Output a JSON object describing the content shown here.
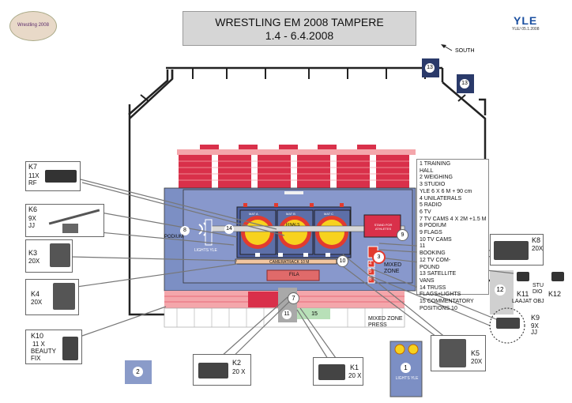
{
  "title": {
    "line1": "WRESTLING EM 2008 TAMPERE",
    "line2": "1.4 - 6.4.2008"
  },
  "yle": {
    "logo": "YLE",
    "sub": "YLE/ 05.1.2008"
  },
  "badge": {
    "text": "Wrestling 2008"
  },
  "south": "SOUTH",
  "markers": {
    "m13a": "13",
    "m13b": "13",
    "m2": "2",
    "m12": "12",
    "m1": "1",
    "m7": "7",
    "m8": "8",
    "m9": "9",
    "m10": "10",
    "m11": "11",
    "m14": "14",
    "m15": "15",
    "m3": "3",
    "m4": "4",
    "m5": "5",
    "m6": "6"
  },
  "legend": [
    "1 TRAINING",
    "   HALL",
    "2 WEIGHING",
    "3 STUDIO",
    "   YLE 6 X 6 M + 90 cm",
    "4 UNILATERALS",
    "5 RADIO",
    "6 TV",
    "7 TV CAMS 4 X 2M +1.5 M",
    "8 PODIUM",
    "9 FLAGS",
    "10 TV CAMS",
    "11",
    "   BOOKING",
    "12 TV COM-",
    "   POUND",
    "13 SATELLITE",
    "   VANS",
    "14 TRUSS",
    "FLAGS+LIGHTS",
    "15 COMMENTATORY",
    "POSITIONS 10"
  ],
  "labels": {
    "podium": "PODIUM",
    "lights_yle": "LIGHTS YLE",
    "cameratrack": "CAMERATRACK 10 M",
    "fila": "FILA",
    "finals": "FINALS",
    "mat_a": "MAT A",
    "mat_b": "MAT B",
    "mat_c": "MAT C",
    "stand": "STAND FOR ATHLETES",
    "mixed_zone": "MIXED ZONE",
    "mixed_zone_press": "MIXED ZONE PRESS",
    "studio": "STU DIO",
    "lights_yle_bottom": "LIGHTS YLE",
    "laajat_obj": "LAAJAT OBJ"
  },
  "cameras": {
    "k7": {
      "name": "K7",
      "lens": "11X",
      "extra": "RF"
    },
    "k6": {
      "name": "K6",
      "lens": "9X",
      "extra": "JJ"
    },
    "k3": {
      "name": "K3",
      "lens": "20X"
    },
    "k4": {
      "name": "K4",
      "lens": "20X"
    },
    "k10": {
      "name": "K10",
      "lens": "11 X",
      "extra": "BEAUTY",
      "extra2": "FIX"
    },
    "k2": {
      "name": "K2",
      "lens": "20 X"
    },
    "k1": {
      "name": "K1",
      "lens": "20 X"
    },
    "k5": {
      "name": "K5",
      "lens": "20X"
    },
    "k8": {
      "name": "K8",
      "lens": "20X"
    },
    "k9": {
      "name": "K9",
      "lens": "9X",
      "extra": "JJ"
    },
    "k11": {
      "name": "K11"
    },
    "k12": {
      "name": "K12"
    }
  },
  "colors": {
    "seats": "#d9304a",
    "seat_light": "#f4a6ab",
    "floor": "#7c8fc4",
    "floor_dark": "#5d6fa8",
    "mat_yellow": "#f7d21e",
    "mat_red": "#e23b2f",
    "white_line": "#ffffff"
  }
}
